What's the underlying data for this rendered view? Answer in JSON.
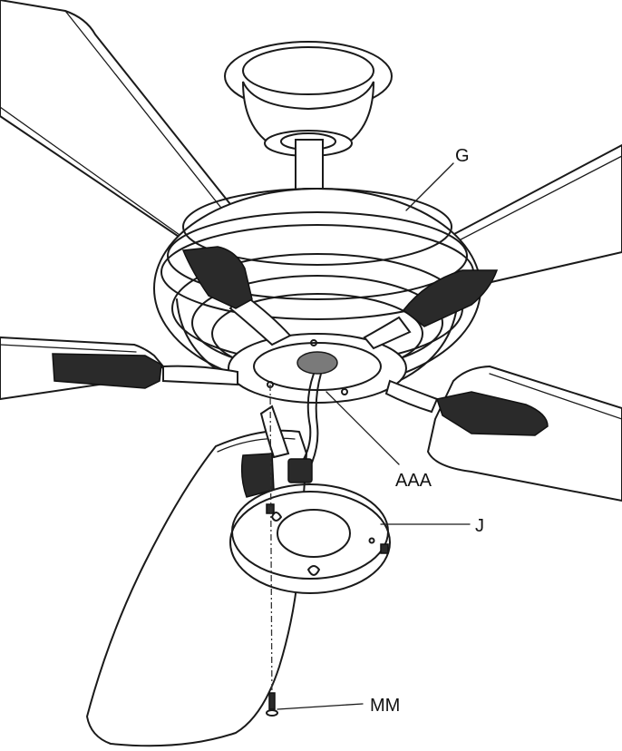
{
  "labels": {
    "G": "G",
    "AAA": "AAA",
    "J": "J",
    "MM": "MM"
  },
  "colors": {
    "line": "#1a1a1a",
    "background": "#ffffff",
    "dark_fill": "#2a2a2a"
  }
}
